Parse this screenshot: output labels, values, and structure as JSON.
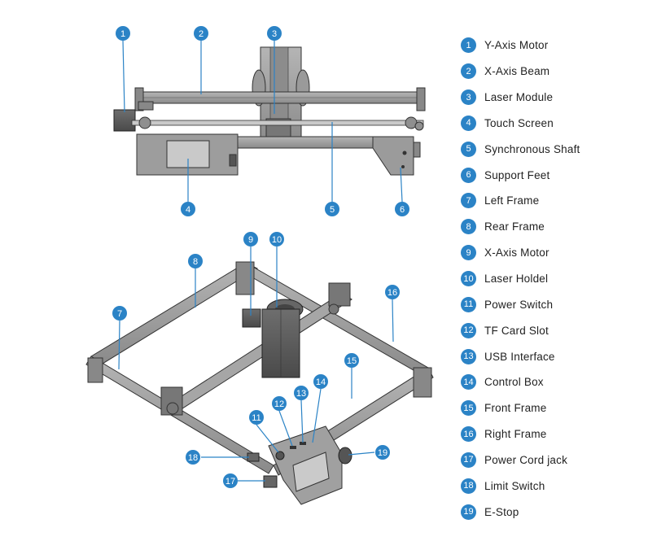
{
  "accent_color": "#2b83c6",
  "parts": [
    {
      "num": "1",
      "label": "Y-Axis Motor"
    },
    {
      "num": "2",
      "label": "X-Axis Beam"
    },
    {
      "num": "3",
      "label": "Laser Module"
    },
    {
      "num": "4",
      "label": "Touch Screen"
    },
    {
      "num": "5",
      "label": "Synchronous Shaft"
    },
    {
      "num": "6",
      "label": "Support Feet"
    },
    {
      "num": "7",
      "label": "Left Frame"
    },
    {
      "num": "8",
      "label": "Rear Frame"
    },
    {
      "num": "9",
      "label": "X-Axis Motor"
    },
    {
      "num": "10",
      "label": "Laser Holdel"
    },
    {
      "num": "11",
      "label": "Power Switch"
    },
    {
      "num": "12",
      "label": "TF Card Slot"
    },
    {
      "num": "13",
      "label": "USB Interface"
    },
    {
      "num": "14",
      "label": "Control Box"
    },
    {
      "num": "15",
      "label": "Front Frame"
    },
    {
      "num": "16",
      "label": "Right Frame"
    },
    {
      "num": "17",
      "label": "Power Cord jack"
    },
    {
      "num": "18",
      "label": "Limit Switch"
    },
    {
      "num": "19",
      "label": "E-Stop"
    }
  ]
}
